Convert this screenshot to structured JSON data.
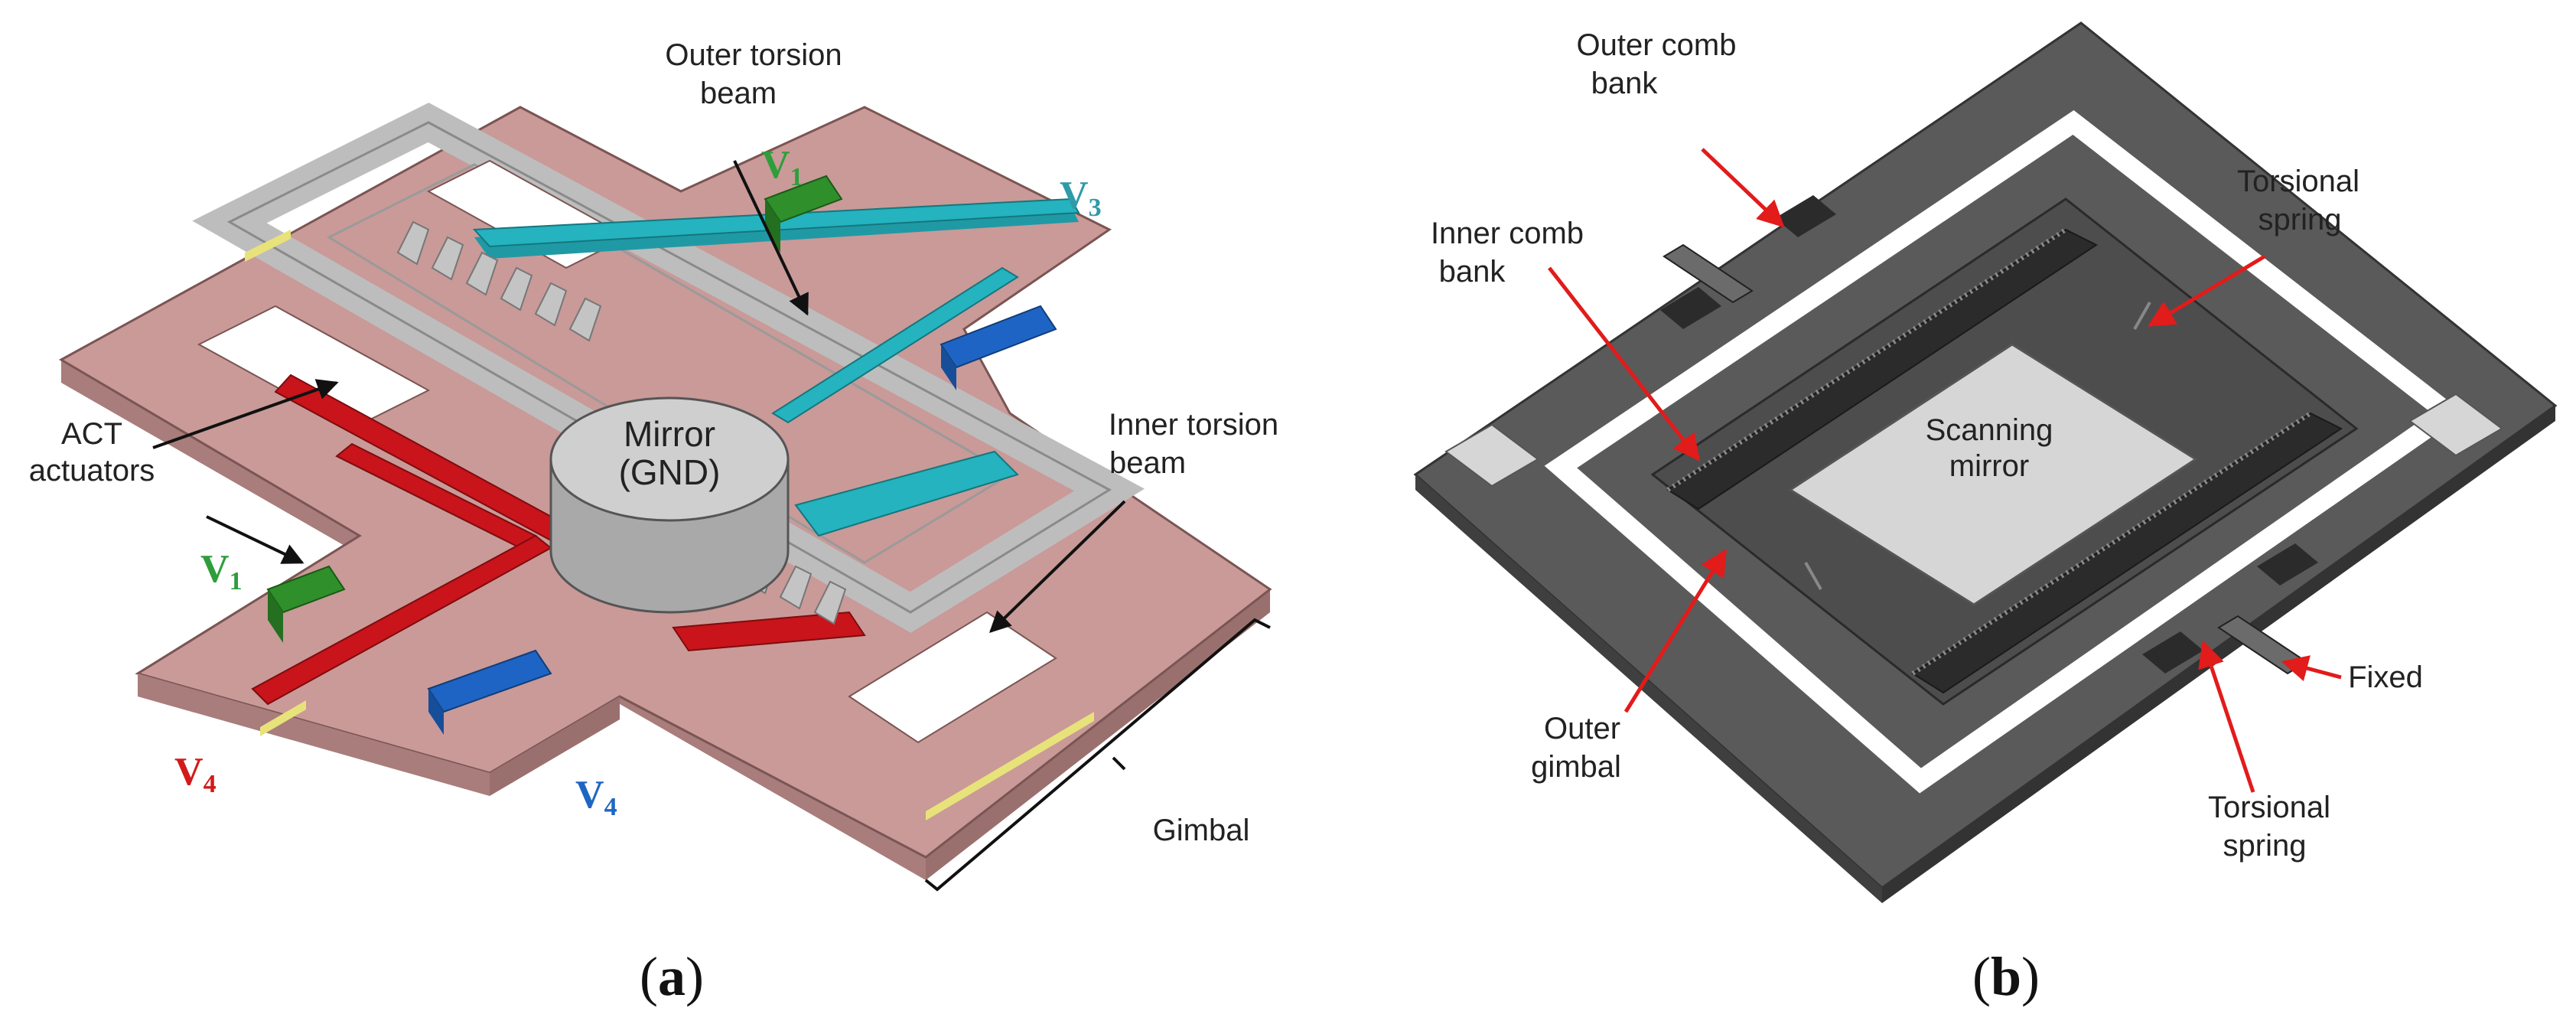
{
  "panel_a": {
    "caption_open": "(",
    "caption_letter": "a",
    "caption_close": ")",
    "labels": {
      "outer_torsion_beam_line1": "Outer torsion",
      "outer_torsion_beam_line2": "beam",
      "act_actuators_line1": "ACT",
      "act_actuators_line2": "actuators",
      "inner_torsion_beam_line1": "Inner torsion",
      "inner_torsion_beam_line2": "beam",
      "mirror_line1": "Mirror",
      "mirror_line2": "(GND)",
      "gimbal": "Gimbal"
    },
    "voltages": {
      "v1_top": {
        "base": "V",
        "sub": "1",
        "color": "#2e9e3a"
      },
      "v3": {
        "base": "V",
        "sub": "3",
        "color": "#2f9aa8"
      },
      "v1_left": {
        "base": "V",
        "sub": "1",
        "color": "#2e9e3a"
      },
      "v4_red": {
        "base": "V",
        "sub": "4",
        "color": "#d21a1a"
      },
      "v4_blue": {
        "base": "V",
        "sub": "4",
        "color": "#1f66c2"
      }
    },
    "colors": {
      "substrate": "#c99a98",
      "frame": "#bdbdbd",
      "teal": "#24b3bf",
      "red": "#c8141a",
      "green": "#2f8f2a",
      "blue": "#1e64c4"
    }
  },
  "panel_b": {
    "caption_open": "(",
    "caption_letter": "b",
    "caption_close": ")",
    "labels": {
      "outer_comb_bank_line1": "Outer comb",
      "outer_comb_bank_line2": "bank",
      "torsional_spring_top_line1": "Torsional",
      "torsional_spring_top_line2": "spring",
      "inner_comb_bank_line1": "Inner comb",
      "inner_comb_bank_line2": "bank",
      "scanning_mirror_line1": "Scanning",
      "scanning_mirror_line2": "mirror",
      "outer_gimbal_line1": "Outer",
      "outer_gimbal_line2": "gimbal",
      "fixed": "Fixed",
      "torsional_spring_bottom_line1": "Torsional",
      "torsional_spring_bottom_line2": "spring"
    },
    "colors": {
      "body": "#5a5a5a",
      "mirror": "#d6d6d6",
      "arrow": "#e21b1b"
    }
  }
}
